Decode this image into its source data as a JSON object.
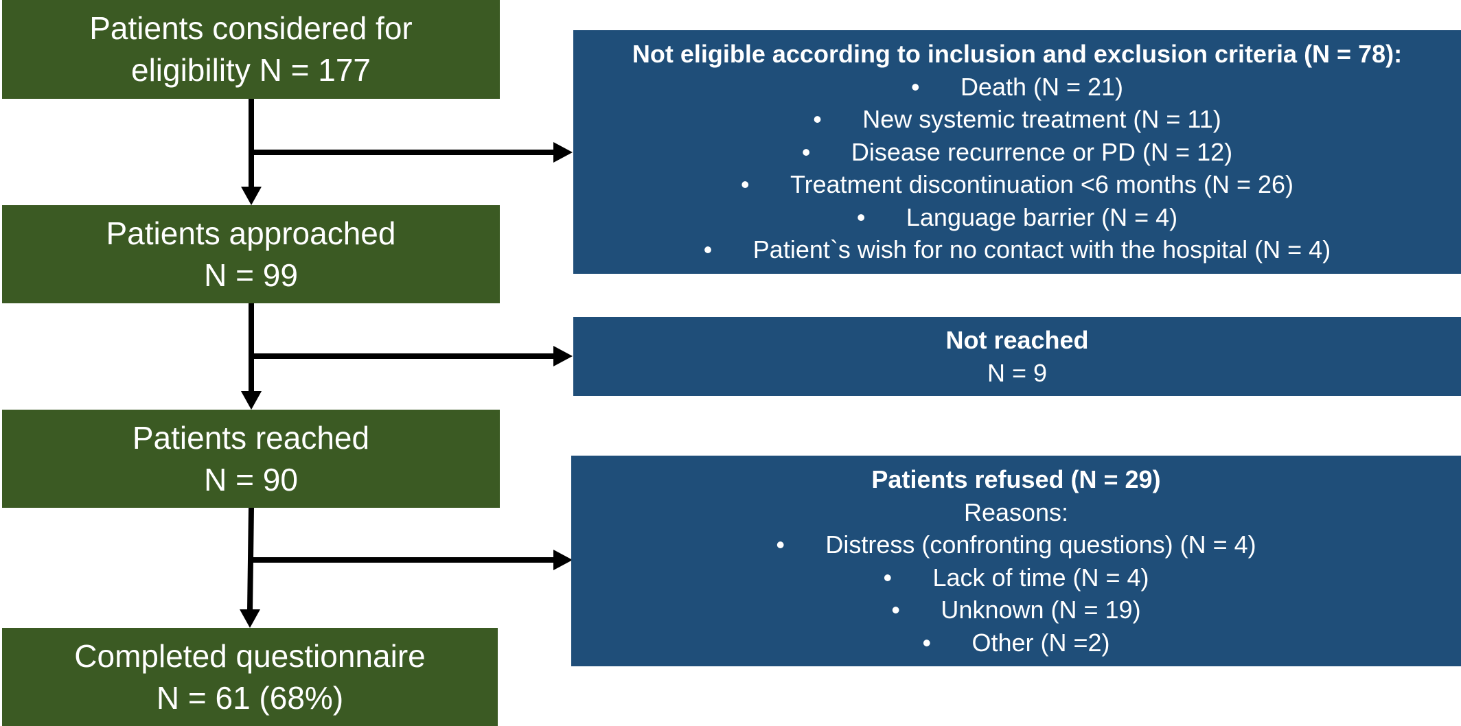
{
  "diagram": {
    "steps": [
      {
        "line1": "Patients considered for",
        "line2": "eligibility N = 177"
      },
      {
        "line1": "Patients approached",
        "line2": "N = 99"
      },
      {
        "line1": "Patients reached",
        "line2": "N = 90"
      },
      {
        "line1": "Completed questionnaire",
        "line2": "N = 61 (68%)"
      }
    ],
    "exclusions": [
      {
        "title": "Not eligible according to inclusion and exclusion criteria (N = 78):",
        "items": [
          "Death (N = 21)",
          "New systemic treatment (N = 11)",
          "Disease recurrence or PD (N = 12)",
          "Treatment discontinuation <6 months (N = 26)",
          "Language barrier (N = 4)",
          "Patient`s wish for no contact with the hospital (N = 4)"
        ]
      },
      {
        "title": "Not reached",
        "subtitle": "N = 9"
      },
      {
        "title": "Patients refused (N = 29)",
        "subtitle": "Reasons:",
        "items": [
          "Distress (confronting questions) (N = 4)",
          "Lack of time (N = 4)",
          "Unknown (N = 19)",
          "Other (N =2)"
        ]
      }
    ],
    "bullet_symbol": "•",
    "colors": {
      "step_box": "#3b5a23",
      "exclusion_box": "#1f4e79",
      "text": "#ffffff",
      "arrow": "#000000"
    }
  }
}
